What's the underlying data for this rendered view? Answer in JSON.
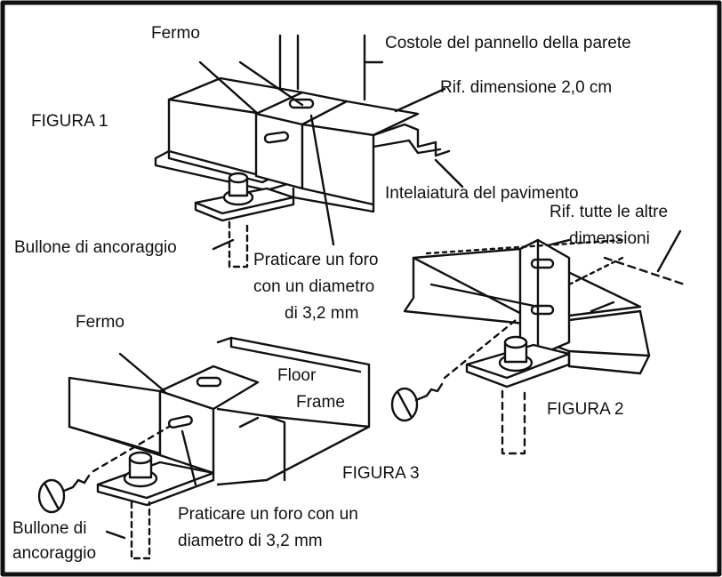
{
  "figure1": {
    "title": "FIGURA 1",
    "fermo": "Fermo",
    "costole": "Costole del pannello della parete",
    "rif_dim": "Rif. dimensione 2,0 cm",
    "intelaiatura": "Intelaiatura del pavimento",
    "bullone": "Bullone di ancoraggio",
    "foro_line1": "Praticare un foro",
    "foro_line2": "con un diametro",
    "foro_line3": "di 3,2 mm"
  },
  "figure2": {
    "title": "FIGURA 2",
    "rif_tutte": "Rif. tutte le altre",
    "dimensioni": "dimensioni"
  },
  "figure3": {
    "title": "FIGURA 3",
    "fermo": "Fermo",
    "floor": "Floor",
    "frame": "Frame",
    "foro_line1": "Praticare un foro con un",
    "foro_line2": "diametro di 3,2 mm",
    "bullone_line1": "Bullone di",
    "bullone_line2": "ancoraggio"
  },
  "colors": {
    "ink": "#111111",
    "border": "#222222",
    "background": "#ffffff"
  }
}
